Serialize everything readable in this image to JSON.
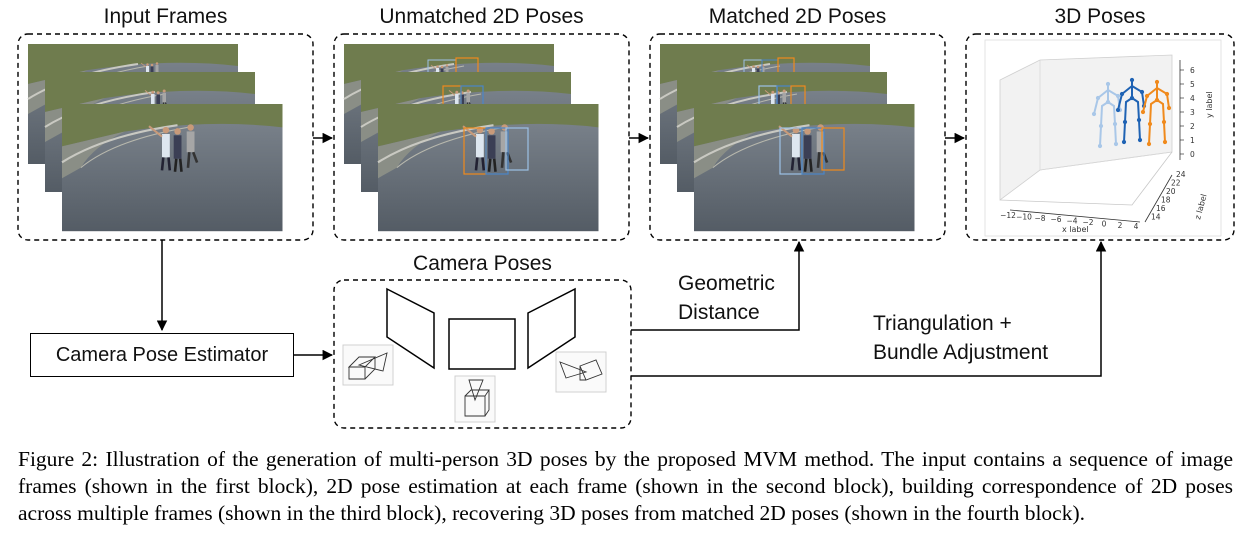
{
  "blocks": {
    "input_frames": "Input Frames",
    "unmatched_2d": "Unmatched 2D Poses",
    "matched_2d": "Matched 2D Poses",
    "poses_3d": "3D Poses",
    "camera_poses": "Camera Poses"
  },
  "estimator_label": "Camera Pose Estimator",
  "edge_labels": {
    "geometric": [
      "Geometric",
      "Distance"
    ],
    "triangulation": [
      "Triangulation +",
      "Bundle Adjustment"
    ]
  },
  "plot3d": {
    "y_ticks": [
      "6",
      "5",
      "4",
      "3",
      "2",
      "1",
      "0"
    ],
    "y_label": "y label",
    "x_ticks": [
      "−12",
      "−10",
      "−8",
      "−6",
      "−4",
      "−2",
      "0",
      "2",
      "4"
    ],
    "x_label": "x label",
    "z_ticks": [
      "24",
      "22",
      "20",
      "18",
      "16",
      "14"
    ],
    "z_label": "z label",
    "skeleton_colors": [
      "#a9c7e8",
      "#1f63b4",
      "#f08a1c"
    ]
  },
  "colors": {
    "road": "#5e6670",
    "grass": "#6f7c4e",
    "matched_blue": "#4a86c8",
    "matched_orange": "#f07f1a"
  },
  "caption": "Figure 2: Illustration of the generation of multi-person 3D poses by the proposed MVM method. The input contains a sequence of image frames (shown in the first block), 2D pose estimation at each frame (shown in the second block), building correspondence of 2D poses across multiple frames (shown in the third block), recovering 3D poses from matched 2D poses (shown in the fourth block)."
}
